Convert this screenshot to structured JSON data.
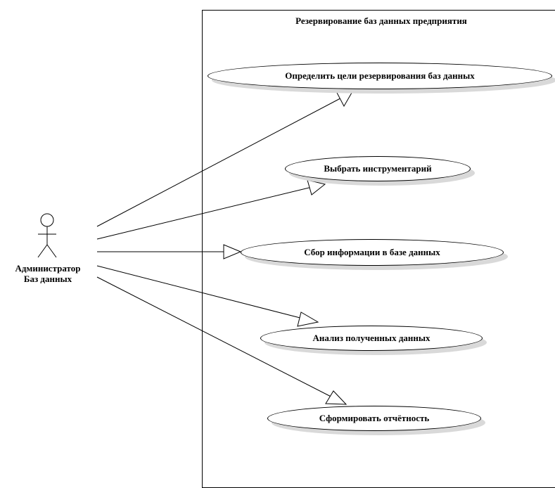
{
  "system": {
    "title": "Резервирование баз данных предприятия"
  },
  "actor": {
    "line1": "Администратор",
    "line2": "Баз данных"
  },
  "use_cases": [
    {
      "label": "Определить цели резервирования баз данных"
    },
    {
      "label": "Выбрать инструментарий"
    },
    {
      "label": "Сбор информации в базе данных"
    },
    {
      "label": "Анализ полученных данных"
    },
    {
      "label": "Сформировать отчётность"
    }
  ],
  "colors": {
    "stroke": "#000000",
    "shadow": "#d9d9d9",
    "fill": "#ffffff"
  }
}
